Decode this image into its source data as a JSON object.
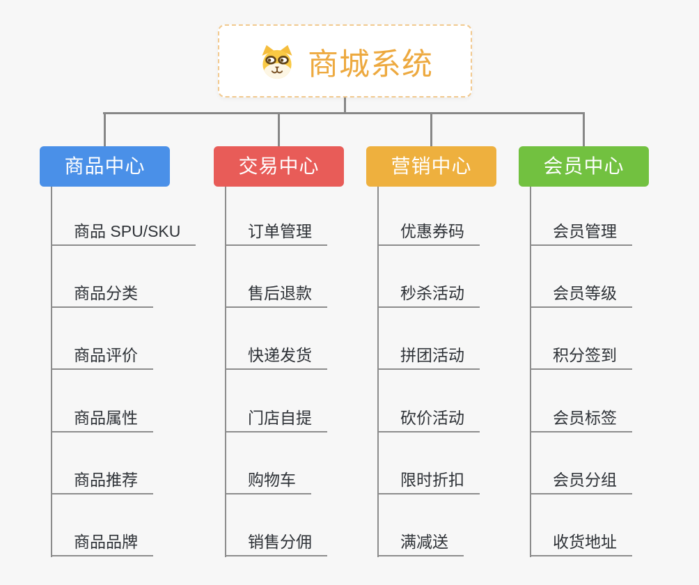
{
  "root": {
    "title": "商城系统",
    "icon": "shiba-dog-icon",
    "title_color": "#eda93f",
    "border_color": "#f2c98e"
  },
  "connector_color": "#878787",
  "background_color": "#f7f7f7",
  "branches": [
    {
      "label": "商品中心",
      "color": "#4a90e8",
      "items": [
        "商品 SPU/SKU",
        "商品分类",
        "商品评价",
        "商品属性",
        "商品推荐",
        "商品品牌"
      ]
    },
    {
      "label": "交易中心",
      "color": "#e85c58",
      "items": [
        "订单管理",
        "售后退款",
        "快递发货",
        "门店自提",
        "购物车",
        "销售分佣"
      ]
    },
    {
      "label": "营销中心",
      "color": "#eeb03e",
      "items": [
        "优惠券码",
        "秒杀活动",
        "拼团活动",
        "砍价活动",
        "限时折扣",
        "满减送"
      ]
    },
    {
      "label": "会员中心",
      "color": "#72c140",
      "items": [
        "会员管理",
        "会员等级",
        "积分签到",
        "会员标签",
        "会员分组",
        "收货地址"
      ]
    }
  ]
}
